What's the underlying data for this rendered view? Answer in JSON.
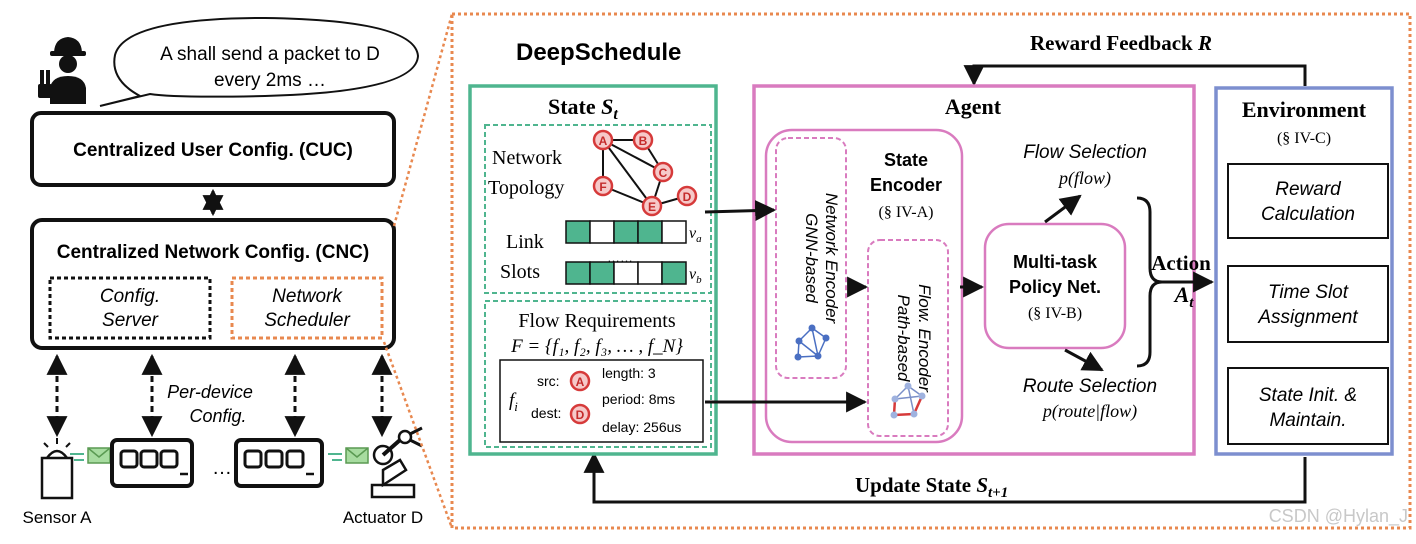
{
  "left": {
    "speech": [
      "A shall send a packet to D",
      "every 2ms …"
    ],
    "cuc_label": "Centralized User Config. (CUC)",
    "cnc_label": "Centralized Network Config. (CNC)",
    "config_server": [
      "Config.",
      "Server"
    ],
    "network_scheduler": [
      "Network",
      "Scheduler"
    ],
    "per_device": [
      "Per-device",
      "Config."
    ],
    "ellipsis": "…",
    "sensor_label": "Sensor A",
    "actuator_label": "Actuator D"
  },
  "right": {
    "title": "DeepSchedule",
    "reward_feedback": "Reward Feedback",
    "reward_symbol": "R",
    "update_state": "Update State",
    "update_symbol": "S",
    "update_sub": "t+1",
    "state": {
      "title": "State",
      "symbol": "S",
      "sub": "t",
      "network": "Network",
      "topology": "Topology",
      "nodes": [
        "A",
        "B",
        "C",
        "D",
        "E",
        "F"
      ],
      "link": "Link",
      "slots": "Slots",
      "slot_dots": "……",
      "va": "v",
      "va_sub": "a",
      "vb": "v",
      "vb_sub": "b",
      "flow_req": "Flow Requirements",
      "flow_set": "F = {f₁, f₂, f₃, … , f_N}",
      "fi": "f",
      "fi_sub": "i",
      "src": "src:",
      "dest": "dest:",
      "src_node": "A",
      "dest_node": "D",
      "length": "length:  3",
      "period": "period: 8ms",
      "delay": "delay:  256us"
    },
    "agent": {
      "title": "Agent",
      "gnn": [
        "GNN-based",
        "Network Encoder"
      ],
      "path": [
        "Path-based",
        "Flow. Encoder"
      ],
      "state_encoder": [
        "State",
        "Encoder"
      ],
      "state_encoder_ref": "(§ IV-A)",
      "policy": [
        "Multi-task",
        "Policy Net."
      ],
      "policy_ref": "(§ IV-B)",
      "flow_sel": "Flow Selection",
      "flow_p": "p(flow)",
      "route_sel": "Route Selection",
      "route_p": "p(route|flow)",
      "action": "Action",
      "action_symbol": "A",
      "action_sub": "t"
    },
    "env": {
      "title": "Environment",
      "ref": "(§ IV-C)",
      "reward": [
        "Reward",
        "Calculation"
      ],
      "time_slot": [
        "Time Slot",
        "Assignment"
      ],
      "state_init": [
        "State Init. &",
        "Maintain."
      ]
    }
  },
  "watermark": "CSDN @Hylan_J",
  "colors": {
    "green": "#4fb58f",
    "pink": "#d97bbf",
    "blue": "#7d8fcf",
    "orange": "#e8884f",
    "red": "#d63a3a",
    "nodeFill": "#f6c9c9"
  }
}
